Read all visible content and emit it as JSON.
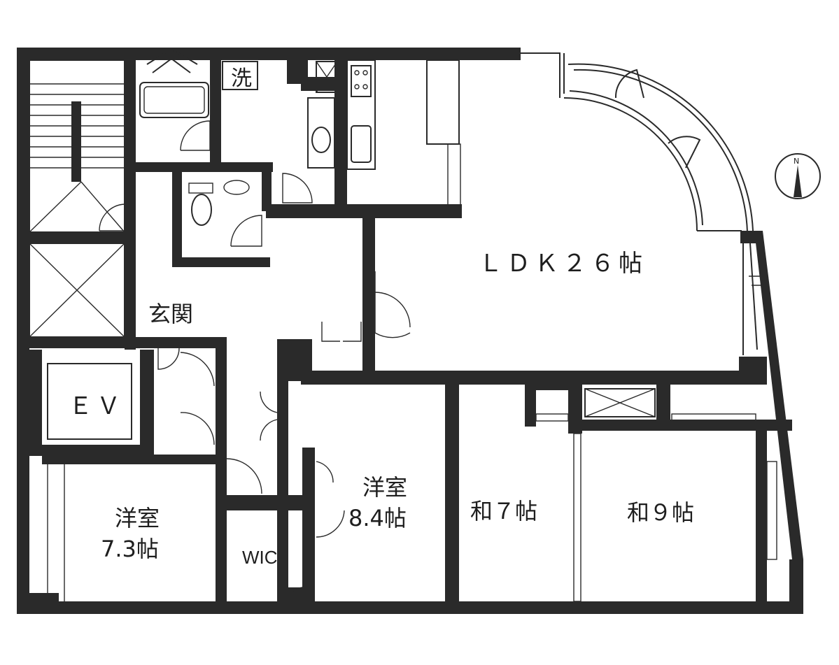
{
  "rooms": {
    "ldk": "ＬＤＫ２６帖",
    "western_a_name": "洋室",
    "western_a_size": "7.3帖",
    "western_b_name": "洋室",
    "western_b_size": "8.4帖",
    "japanese_7": "和７帖",
    "japanese_9": "和９帖",
    "entrance": "玄関",
    "elevator": "ＥＶ",
    "walk_in_closet": "WIC",
    "washer": "洗"
  },
  "compass": {
    "north": "N"
  }
}
